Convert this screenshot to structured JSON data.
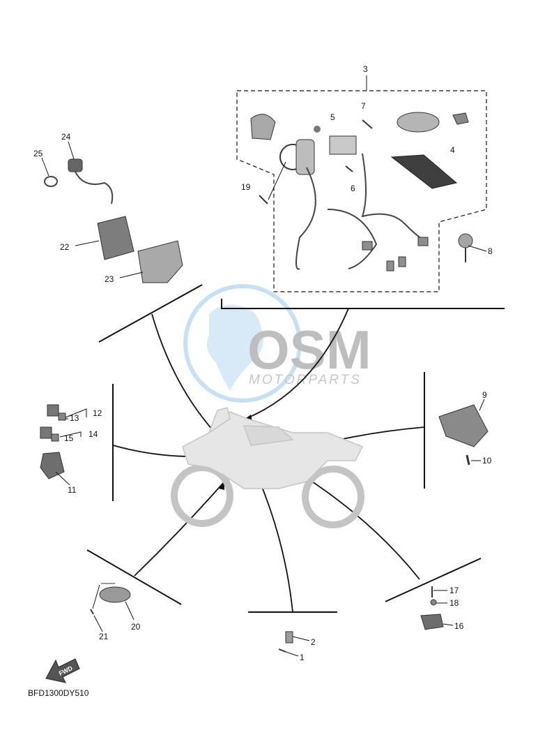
{
  "callouts": {
    "c1": "1",
    "c2": "2",
    "c3": "3",
    "c4": "4",
    "c5": "5",
    "c6": "6",
    "c7": "7",
    "c8": "8",
    "c9": "9",
    "c10": "10",
    "c11": "11",
    "c12": "12",
    "c13": "13",
    "c14": "14",
    "c15": "15",
    "c16": "16",
    "c17": "17",
    "c18": "18",
    "c19": "19",
    "c20": "20",
    "c21": "21",
    "c22": "22",
    "c23": "23",
    "c24": "24",
    "c25": "25"
  },
  "diagram_code": "BFD1300DY510",
  "fwd_label": "FWD",
  "watermark": {
    "logo": "OSM",
    "subtitle": "MOTORPARTS",
    "color": "#3a8fd0"
  },
  "colors": {
    "line": "#111111",
    "part_fill": "#9a9a9a",
    "part_dark": "#555555",
    "bike": "#d4d4d4"
  }
}
